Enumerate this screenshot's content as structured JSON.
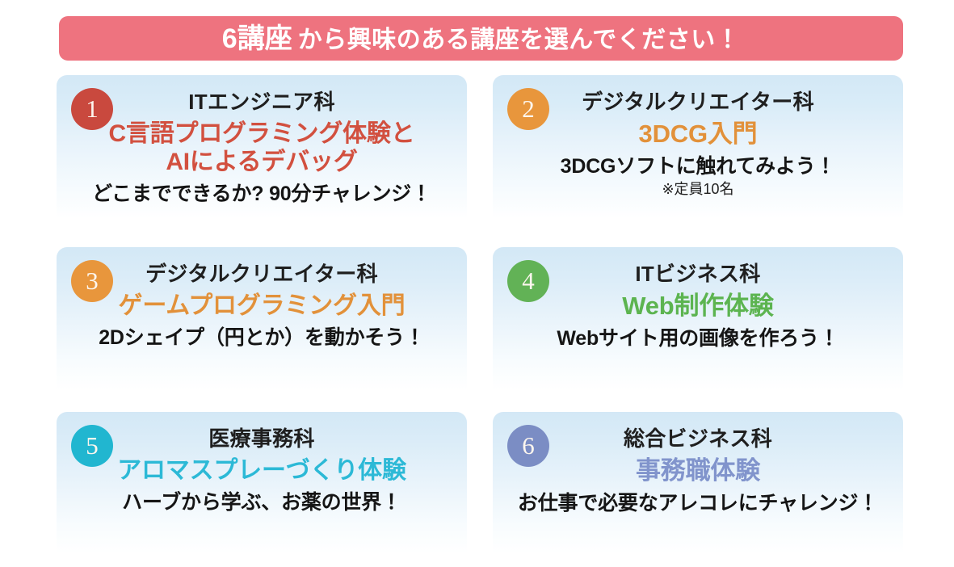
{
  "header": {
    "lead": "6講座",
    "rest": "から興味のある講座を選んでください！",
    "background_color": "#ee737f",
    "text_color": "#ffffff"
  },
  "cards": [
    {
      "number": "1",
      "badge_color": "#c9493e",
      "department": "ITエンジニア科",
      "title": "C言語プログラミング体験と\nAIによるデバッグ",
      "title_color": "#d2503f",
      "subtitle": "どこまでできるか? 90分チャレンジ！",
      "note": ""
    },
    {
      "number": "2",
      "badge_color": "#e8963c",
      "department": "デジタルクリエイター科",
      "title": "3DCG入門",
      "title_color": "#e2913a",
      "subtitle": "3DCGソフトに触れてみよう！",
      "note": "※定員10名"
    },
    {
      "number": "3",
      "badge_color": "#e8963c",
      "department": "デジタルクリエイター科",
      "title": "ゲームプログラミング入門",
      "title_color": "#e2913a",
      "subtitle": "2Dシェイプ（円とか）を動かそう！",
      "note": ""
    },
    {
      "number": "4",
      "badge_color": "#62b256",
      "department": "ITビジネス科",
      "title": "Web制作体験",
      "title_color": "#5cb450",
      "subtitle": "Webサイト用の画像を作ろう！",
      "note": ""
    },
    {
      "number": "5",
      "badge_color": "#21b6d0",
      "department": "医療事務科",
      "title": "アロマスプレーづくり体験",
      "title_color": "#2cb9d6",
      "subtitle": "ハーブから学ぶ、お薬の世界！",
      "note": ""
    },
    {
      "number": "6",
      "badge_color": "#7b8dc4",
      "department": "総合ビジネス科",
      "title": "事務職体験",
      "title_color": "#8194cc",
      "subtitle": "お仕事で必要なアレコレにチャレンジ！",
      "note": ""
    }
  ]
}
